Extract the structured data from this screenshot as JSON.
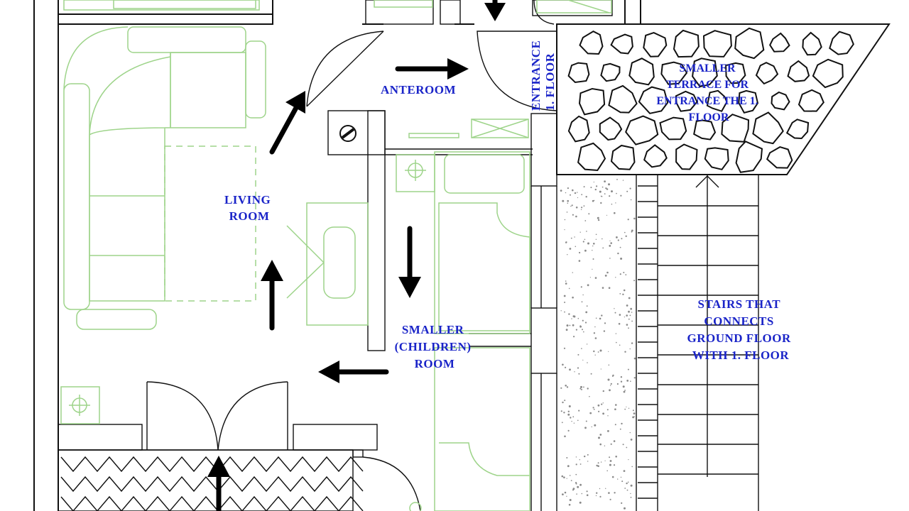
{
  "labels": {
    "anteroom": "ANTEROOM",
    "entrance": [
      "ENTRANCE",
      "1. FLOOR"
    ],
    "terrace": [
      "SMALLER",
      "TERRACE FOR",
      "ENTRANCE THE 1.",
      "FLOOR"
    ],
    "living": [
      "LIVING",
      "ROOM"
    ],
    "children": [
      "SMALLER",
      "(CHILDREN)",
      "ROOM"
    ],
    "stairs": [
      "STAIRS THAT",
      "CONNECTS",
      "GROUND FLOOR",
      "WITH 1. FLOOR"
    ]
  },
  "colors": {
    "walls": "#111111",
    "furniture": "#9ed48a",
    "labels": "#1a24c8",
    "arrows": "#000000"
  }
}
